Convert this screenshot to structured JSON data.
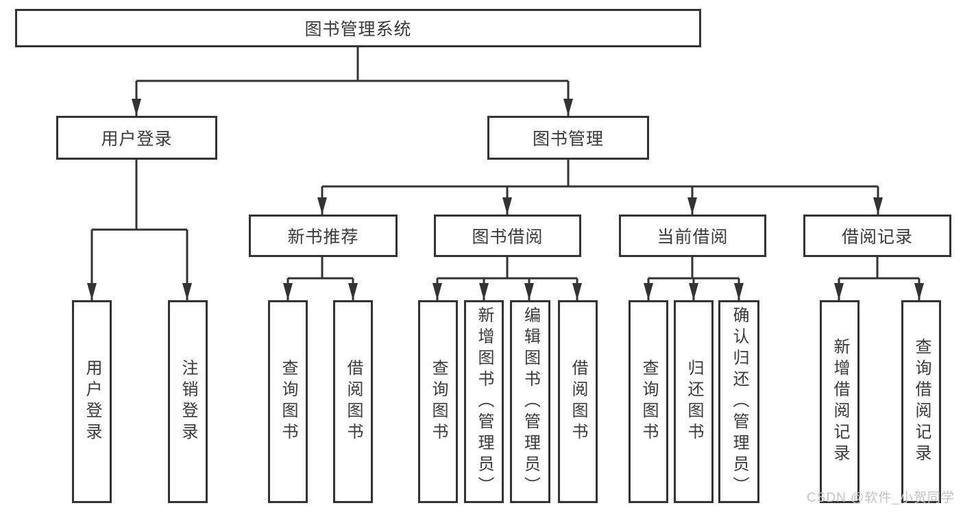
{
  "tree": {
    "root": {
      "label": "图书管理系统"
    },
    "branches": [
      {
        "label": "用户登录",
        "leaves": [
          "用户登录",
          "注销登录"
        ]
      },
      {
        "label": "图书管理",
        "groups": [
          {
            "label": "新书推荐",
            "leaves": [
              "查询图书",
              "借阅图书"
            ]
          },
          {
            "label": "图书借阅",
            "leaves": [
              "查询图书",
              "新增图书（管理员）",
              "编辑图书（管理员）",
              "借阅图书"
            ]
          },
          {
            "label": "当前借阅",
            "leaves": [
              "查询图书",
              "归还图书",
              "确认归还（管理员）"
            ]
          },
          {
            "label": "借阅记录",
            "leaves": [
              "新增借阅记录",
              "查询借阅记录"
            ]
          }
        ]
      }
    ]
  },
  "watermark": {
    "label": "CSDN @软件_小贺同学"
  },
  "colors": {
    "line": "#333333",
    "text": "#3a3a3a",
    "watermark": "#c3c3c3",
    "background": "#ffffff"
  }
}
